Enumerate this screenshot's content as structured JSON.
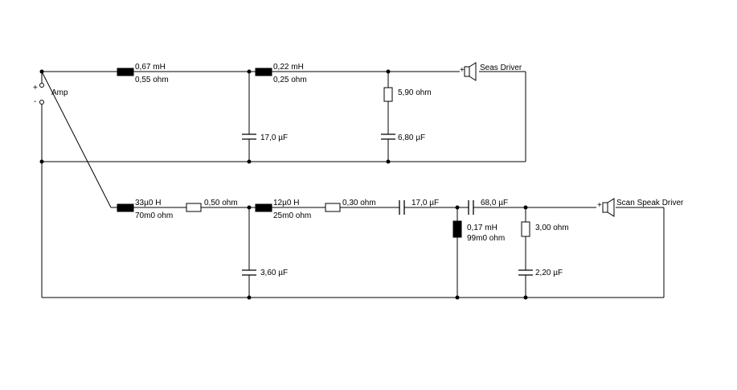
{
  "amp": {
    "label": "Amp",
    "plus": "+",
    "minus": "-"
  },
  "tweeter": {
    "driver": "Seas Driver",
    "polarity": "+",
    "l1": {
      "value": "0,67 mH",
      "dcr": "0,55 ohm"
    },
    "l2": {
      "value": "0,22 mH",
      "dcr": "0,25 ohm"
    },
    "c1": "17,0 µF",
    "r1": "5,90 ohm",
    "c2": "6,80 µF"
  },
  "woofer": {
    "driver": "Scan Speak Driver",
    "polarity": "+",
    "l1": {
      "value": "33µ0 H",
      "dcr": "70m0 ohm"
    },
    "r1": "0,50 ohm",
    "l2": {
      "value": "12µ0 H",
      "dcr": "25m0 ohm"
    },
    "r2": "0,30 ohm",
    "c1": "17,0 µF",
    "c2": "3,60 µF",
    "c3": "68,0 µF",
    "l3": {
      "value": "0,17 mH",
      "dcr": "99m0 ohm"
    },
    "r3": "3,00 ohm",
    "c4": "2,20 µF"
  }
}
